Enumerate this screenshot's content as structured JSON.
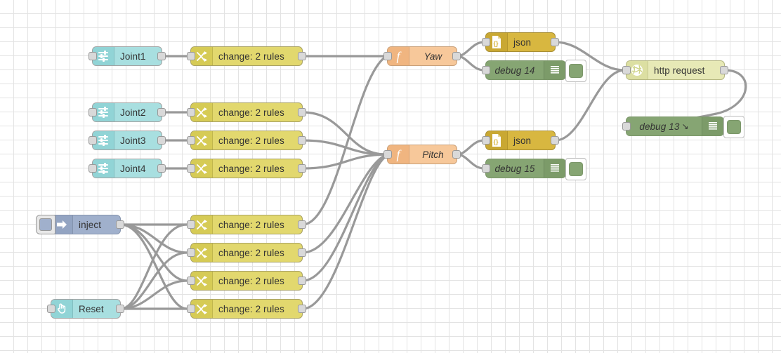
{
  "app": {
    "name": "Node-RED flow editor",
    "canvas_background": "#ffffff",
    "grid_color": "#e3e3e3",
    "wire_color": "#999999"
  },
  "palette": {
    "slider": "#a8dfe0",
    "change": "#e2d86e",
    "function": "#f7c89a",
    "json": "#d8b740",
    "debug": "#86a573",
    "http": "#e7e9b6",
    "inject": "#a0b0cc",
    "button": "#a8dfe0"
  },
  "nodes": {
    "joint1": {
      "label": "Joint1",
      "icon": "sliders-icon",
      "type": "ui_slider"
    },
    "joint2": {
      "label": "Joint2",
      "icon": "sliders-icon",
      "type": "ui_slider"
    },
    "joint3": {
      "label": "Joint3",
      "icon": "sliders-icon",
      "type": "ui_slider"
    },
    "joint4": {
      "label": "Joint4",
      "icon": "sliders-icon",
      "type": "ui_slider"
    },
    "change1": {
      "label": "change: 2 rules",
      "icon": "shuffle-icon",
      "type": "change"
    },
    "change2": {
      "label": "change: 2 rules",
      "icon": "shuffle-icon",
      "type": "change"
    },
    "change3": {
      "label": "change: 2 rules",
      "icon": "shuffle-icon",
      "type": "change"
    },
    "change4": {
      "label": "change: 2 rules",
      "icon": "shuffle-icon",
      "type": "change"
    },
    "change5": {
      "label": "change: 2 rules",
      "icon": "shuffle-icon",
      "type": "change"
    },
    "change6": {
      "label": "change: 2 rules",
      "icon": "shuffle-icon",
      "type": "change"
    },
    "change7": {
      "label": "change: 2 rules",
      "icon": "shuffle-icon",
      "type": "change"
    },
    "change8": {
      "label": "change: 2 rules",
      "icon": "shuffle-icon",
      "type": "change"
    },
    "yaw": {
      "label": "Yaw",
      "icon": "function-f-icon",
      "type": "function"
    },
    "pitch": {
      "label": "Pitch",
      "icon": "function-f-icon",
      "type": "function"
    },
    "json1": {
      "label": "json",
      "icon": "json-braces-icon",
      "type": "json"
    },
    "json2": {
      "label": "json",
      "icon": "json-braces-icon",
      "type": "json"
    },
    "debug14": {
      "label": "debug 14",
      "icon": "debug-lines-icon",
      "type": "debug"
    },
    "debug15": {
      "label": "debug 15",
      "icon": "debug-lines-icon",
      "type": "debug"
    },
    "debug13": {
      "label": "debug 13",
      "suffix": "↘",
      "icon": "debug-lines-icon",
      "type": "debug"
    },
    "http": {
      "label": "http request",
      "icon": "globe-icon",
      "type": "http request"
    },
    "inject": {
      "label": "inject",
      "icon": "inject-arrow-icon",
      "type": "inject"
    },
    "reset": {
      "label": "Reset",
      "icon": "hand-pointer-icon",
      "type": "ui_button"
    }
  }
}
